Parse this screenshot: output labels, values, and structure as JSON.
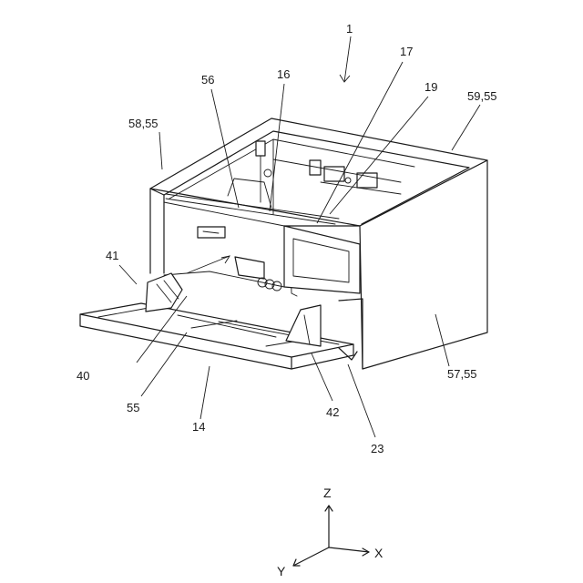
{
  "figure": {
    "labels": {
      "device": "1",
      "part_17": "17",
      "part_16": "16",
      "part_56": "56",
      "part_19": "19",
      "part_58_55": "58,55",
      "part_59_55": "59,55",
      "part_41": "41",
      "part_40": "40",
      "part_55": "55",
      "part_14": "14",
      "part_42": "42",
      "part_57_55": "57,55",
      "part_23": "23"
    },
    "axes": {
      "z": "Z",
      "x": "X",
      "y": "Y"
    }
  }
}
